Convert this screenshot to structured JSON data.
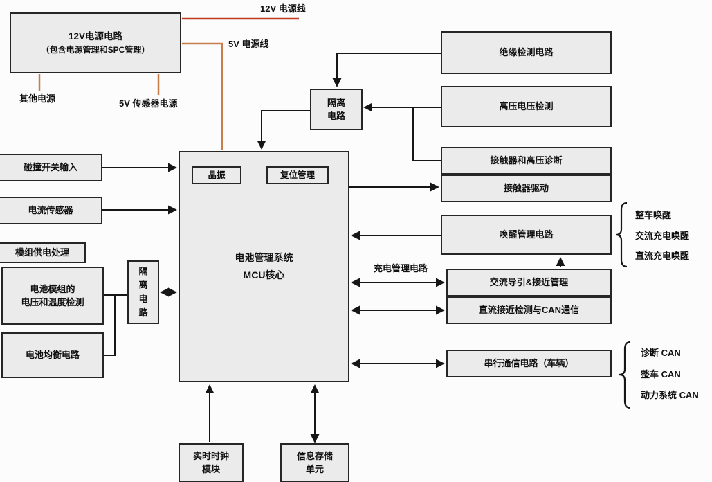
{
  "power": {
    "box_12v_title": "12V电源电路",
    "box_12v_subtitle": "（包含电源管理和SPC管理）",
    "label_12v_line": "12V 电源线",
    "label_5v_line": "5V 电源线",
    "label_other_power": "其他电源",
    "label_5v_sensor_power": "5V 传感器电源"
  },
  "left": {
    "collision_input": "碰撞开关输入",
    "current_sensor": "电流传感器",
    "module_power_label": "模组供电处理",
    "battery_module": "电池模组的\n电压和温度检测",
    "battery_balance": "电池均衡电路",
    "isolation_left": "隔\n离\n电\n路"
  },
  "center": {
    "mcu": "电池管理系统\nMCU核心",
    "crystal": "晶振",
    "reset": "复位管理",
    "isolation_top": "隔离\n电路"
  },
  "right": {
    "insulation_detect": "绝缘检测电路",
    "hv_detect": "高压电压检测",
    "contactor_diag": "接触器和高压诊断",
    "contactor_drive": "接触器驱动",
    "wakeup": "唤醒管理电路",
    "charge_mgmt_label": "充电管理电路",
    "ac_guide": "交流导引&接近管理",
    "dc_detect": "直流接近检测与CAN通信",
    "serial_comm": "串行通信电路（车辆）",
    "wake_items": [
      "整车唤醒",
      "交流充电唤醒",
      "直流充电唤醒"
    ],
    "can_items": [
      "诊断 CAN",
      "整车 CAN",
      "动力系统 CAN"
    ]
  },
  "bottom": {
    "rtc": "实时时钟\n模块",
    "storage": "信息存储\n单元"
  },
  "colors": {
    "line_12v": "#bf3a1e",
    "line_5v": "#c87d4b",
    "box_fill": "#ebebeb",
    "box_border": "#262626",
    "arrow": "#161616"
  }
}
